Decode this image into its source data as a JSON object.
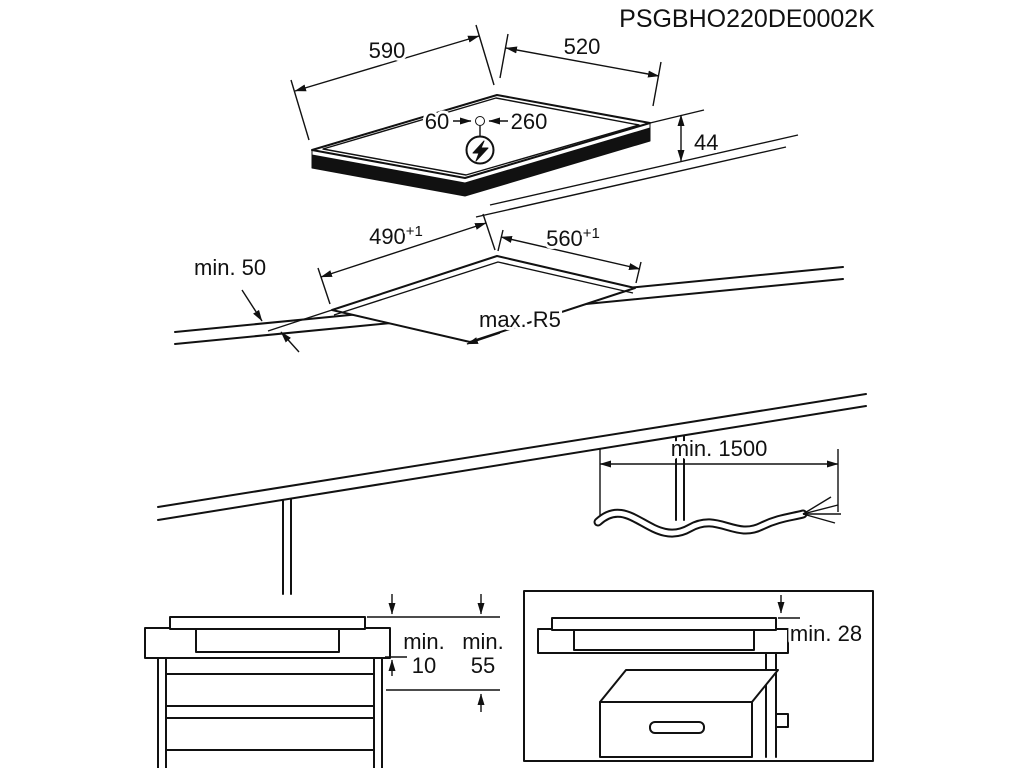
{
  "product_code": "PSGBHO220DE0002K",
  "colors": {
    "line": "#111111",
    "background": "#ffffff"
  },
  "hob_view": {
    "width_mm": "590",
    "depth_mm": "520",
    "height_mm": "44",
    "mains_offset_left_mm": "60",
    "mains_offset_right_mm": "260"
  },
  "cutout_view": {
    "cutout_depth_mm": "490",
    "cutout_depth_tolerance": "+1",
    "cutout_width_mm": "560",
    "cutout_width_tolerance": "+1",
    "rear_clearance": "min. 50",
    "corner_radius": "max. R5"
  },
  "cable_view": {
    "cable_length": "min. 1500"
  },
  "drawer_section": {
    "clearance_below_prefix": "min.",
    "clearance_below_value": "10",
    "installation_depth_prefix": "min.",
    "installation_depth_value": "55"
  },
  "oven_section": {
    "oven_clearance": "min. 28"
  }
}
